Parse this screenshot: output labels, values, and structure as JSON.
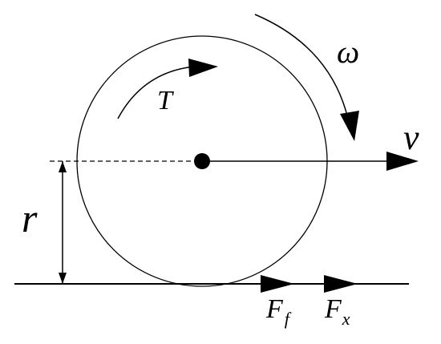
{
  "labels": {
    "torque": "T",
    "angular_velocity": "ω",
    "velocity": "v",
    "radius": "r",
    "friction_force": "F",
    "friction_subscript": "f",
    "x_force": "F",
    "x_subscript": "x"
  },
  "colors": {
    "stroke": "#000000",
    "background": "#ffffff"
  }
}
